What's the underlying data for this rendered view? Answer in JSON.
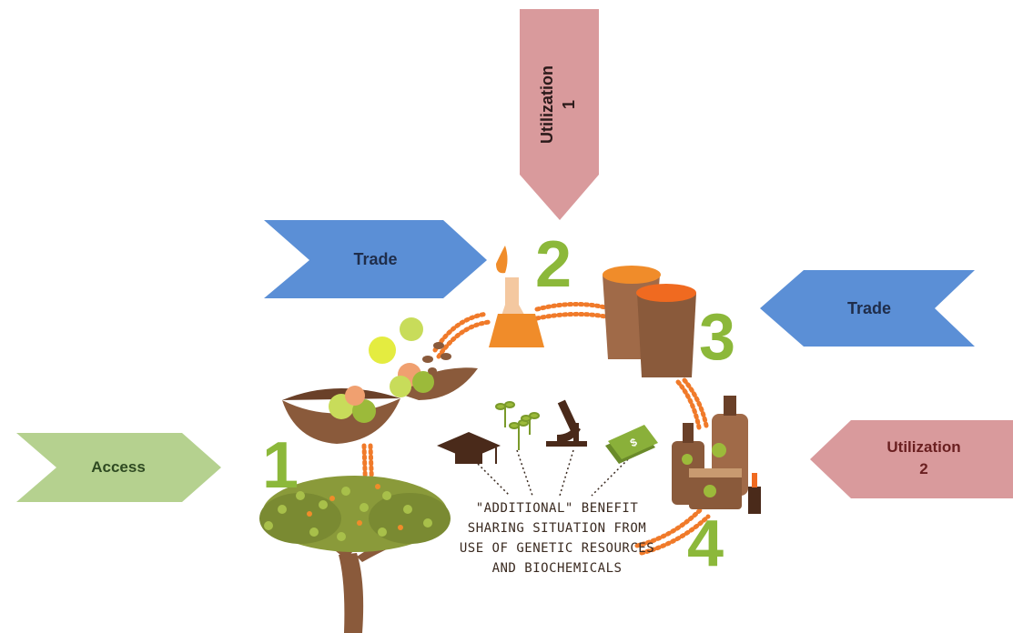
{
  "arrows": {
    "utilization1": {
      "line1": "Utilization",
      "line2": "1",
      "color": "#d99a9c",
      "text_color": "#2b1a1a"
    },
    "trade_left": {
      "label": "Trade",
      "color": "#5b8fd6",
      "text_color": "#1f2d4a"
    },
    "trade_right": {
      "label": "Trade",
      "color": "#5b8fd6",
      "text_color": "#1f2d4a"
    },
    "access": {
      "label": "Access",
      "color": "#b5d18f",
      "text_color": "#2f4a22"
    },
    "utilization2": {
      "line1": "Utilization",
      "line2": "2",
      "color": "#d99a9c",
      "text_color": "#6a1f20"
    }
  },
  "steps": [
    "1",
    "2",
    "3",
    "4"
  ],
  "caption": {
    "line1": "\"Additional\" benefit",
    "line2": "sharing situation from",
    "line3": "use of genetic resources",
    "line4": "and biochemicals"
  },
  "icons": [
    "tree-icon",
    "bowl-icon",
    "flask-icon",
    "buckets-icon",
    "cosmetics-icon",
    "graduation-cap-icon",
    "seedlings-icon",
    "microscope-icon",
    "money-icon"
  ],
  "colors": {
    "step_number": "#8cb83a",
    "brown": "#8a5a3b",
    "orange": "#f08c2a",
    "dots": "#f07a2a"
  }
}
